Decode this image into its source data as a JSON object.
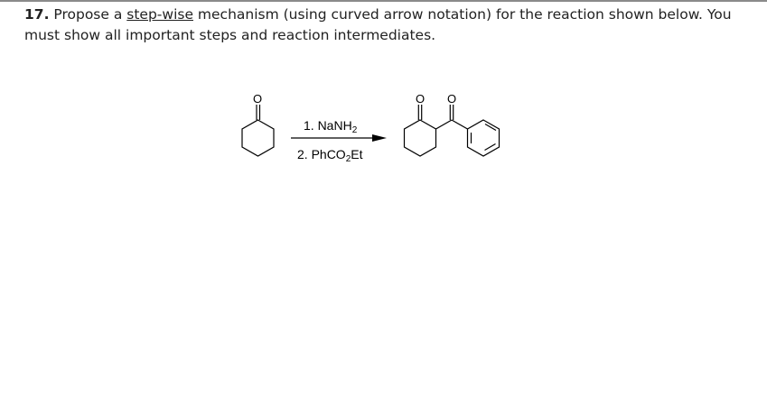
{
  "question": {
    "number": "17.",
    "text_before": " Propose a ",
    "emphasis": "step-wise",
    "text_after": " mechanism (using curved arrow notation) for the reaction shown below. You must show all important steps and reaction intermediates."
  },
  "reaction": {
    "reagent_1": {
      "prefix": "1. NaNH",
      "subscript": "2",
      "suffix": ""
    },
    "reagent_2": {
      "prefix": "2. PhCO",
      "subscript": "2",
      "suffix": "Et"
    },
    "atom_labels": {
      "oxygen": "O"
    }
  }
}
